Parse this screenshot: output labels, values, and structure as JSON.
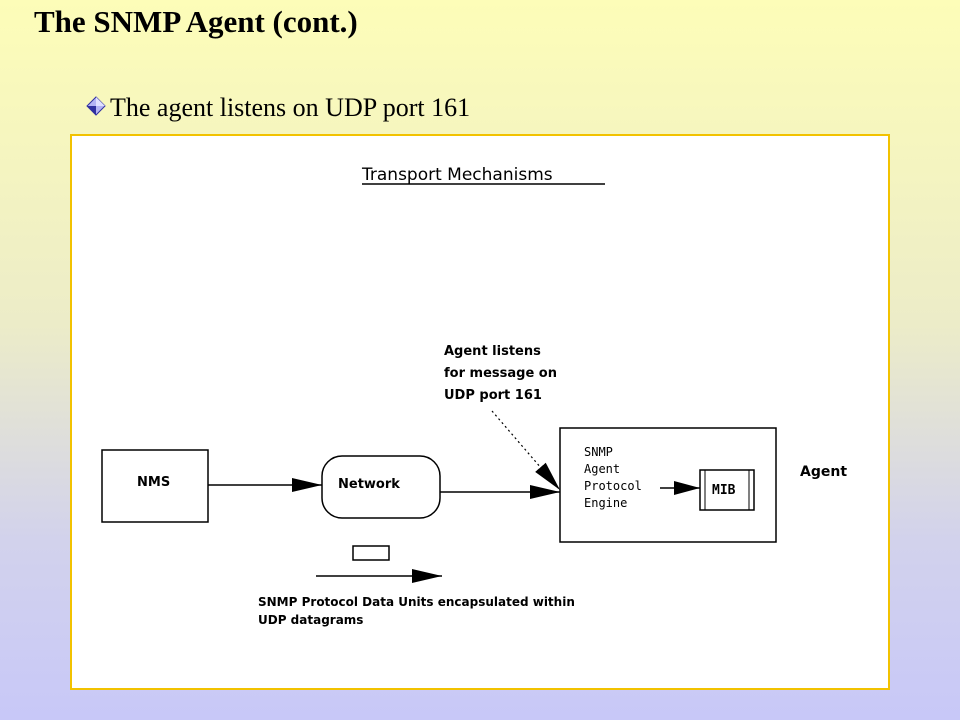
{
  "slide": {
    "title": "The SNMP Agent (cont.)",
    "bullets": [
      {
        "text": "The agent listens on UDP port 161",
        "icon": "diamond-bullet-icon"
      }
    ]
  },
  "diagram": {
    "heading": "Transport Mechanisms",
    "nms_label": "NMS",
    "network_label": "Network",
    "annotation": [
      "Agent listens",
      "for message on",
      "UDP port 161"
    ],
    "engine_lines": [
      "SNMP",
      "Agent",
      "Protocol",
      "Engine"
    ],
    "mib_label": "MIB",
    "agent_label": "Agent",
    "legend_lines": [
      "SNMP Protocol Data Units encapsulated within",
      "UDP datagrams"
    ]
  },
  "colors": {
    "panel_border": "#f2c200",
    "bullet_light": "#b4b4f4",
    "bullet_dark": "#3030a0"
  }
}
